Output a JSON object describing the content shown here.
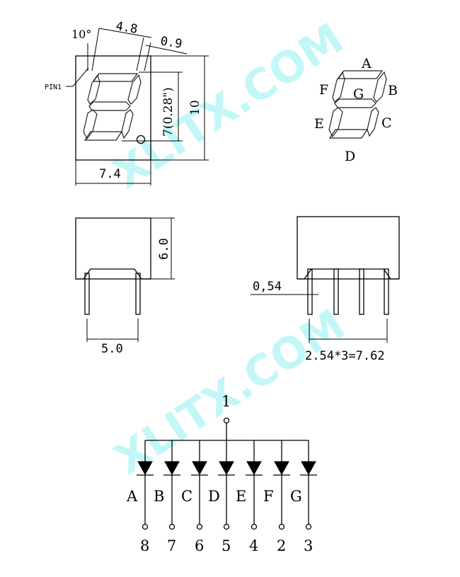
{
  "front_view": {
    "pin1_label": "PIN1",
    "angle_label": "10°",
    "dim_top_width": "4.8",
    "dim_seg_width": "0.9",
    "dim_digit_height": "7(0.28\")",
    "dim_body_height": "10",
    "dim_body_width": "7.4"
  },
  "segment_map": {
    "labels": {
      "a": "A",
      "b": "B",
      "c": "C",
      "d": "D",
      "e": "E",
      "f": "F",
      "g": "G"
    }
  },
  "side_view": {
    "dim_height": "6.0",
    "dim_pin_span": "5.0"
  },
  "rear_view": {
    "dim_pin_width": "0,54",
    "dim_pitch": "2.54*3=7.62"
  },
  "schematic": {
    "common_pin": "1",
    "diodes": [
      {
        "segment": "A",
        "pin": "8"
      },
      {
        "segment": "B",
        "pin": "7"
      },
      {
        "segment": "C",
        "pin": "6"
      },
      {
        "segment": "D",
        "pin": "5"
      },
      {
        "segment": "E",
        "pin": "4"
      },
      {
        "segment": "F",
        "pin": "2"
      },
      {
        "segment": "G",
        "pin": "3"
      }
    ]
  },
  "watermark": "XLITX.COM"
}
